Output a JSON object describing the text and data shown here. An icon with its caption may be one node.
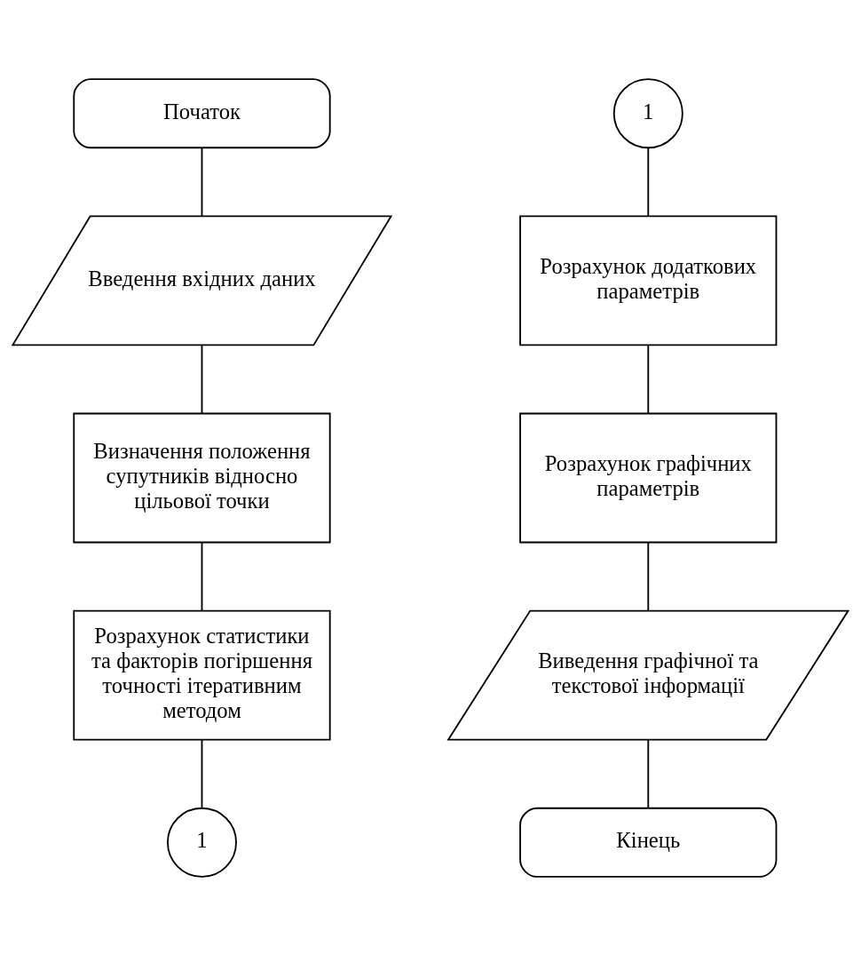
{
  "diagram": {
    "nodes": [
      {
        "text": [
          "Початок"
        ]
      },
      {
        "text": [
          "Введення вхідних даних"
        ]
      },
      {
        "text": [
          "Визначення положення супутників відносно цільової точки"
        ]
      },
      {
        "text": [
          "Розрахунок статистики та факторів погіршення точності ітеративним методом"
        ]
      },
      {
        "text": [
          "1"
        ]
      },
      {
        "text": [
          "1"
        ]
      },
      {
        "text": [
          "Розрахунок додаткових параметрів"
        ]
      },
      {
        "text": [
          "Розрахунок графічних параметрів"
        ]
      },
      {
        "text": [
          "Виведення графічної та текстової інформації"
        ]
      },
      {
        "text": [
          "Кінець"
        ]
      }
    ],
    "edges": [
      {
        "from": 0,
        "to": 1,
        "arrow": "none"
      },
      {
        "from": 1,
        "to": 2,
        "arrow": "none"
      },
      {
        "from": 2,
        "to": 3,
        "arrow": "none"
      },
      {
        "from": 3,
        "to": 4,
        "arrow": "none"
      },
      {
        "from": 5,
        "to": 6,
        "arrow": "none"
      },
      {
        "from": 6,
        "to": 7,
        "arrow": "none"
      },
      {
        "from": 7,
        "to": 8,
        "arrow": "none"
      },
      {
        "from": 8,
        "to": 9,
        "arrow": "none"
      }
    ]
  }
}
